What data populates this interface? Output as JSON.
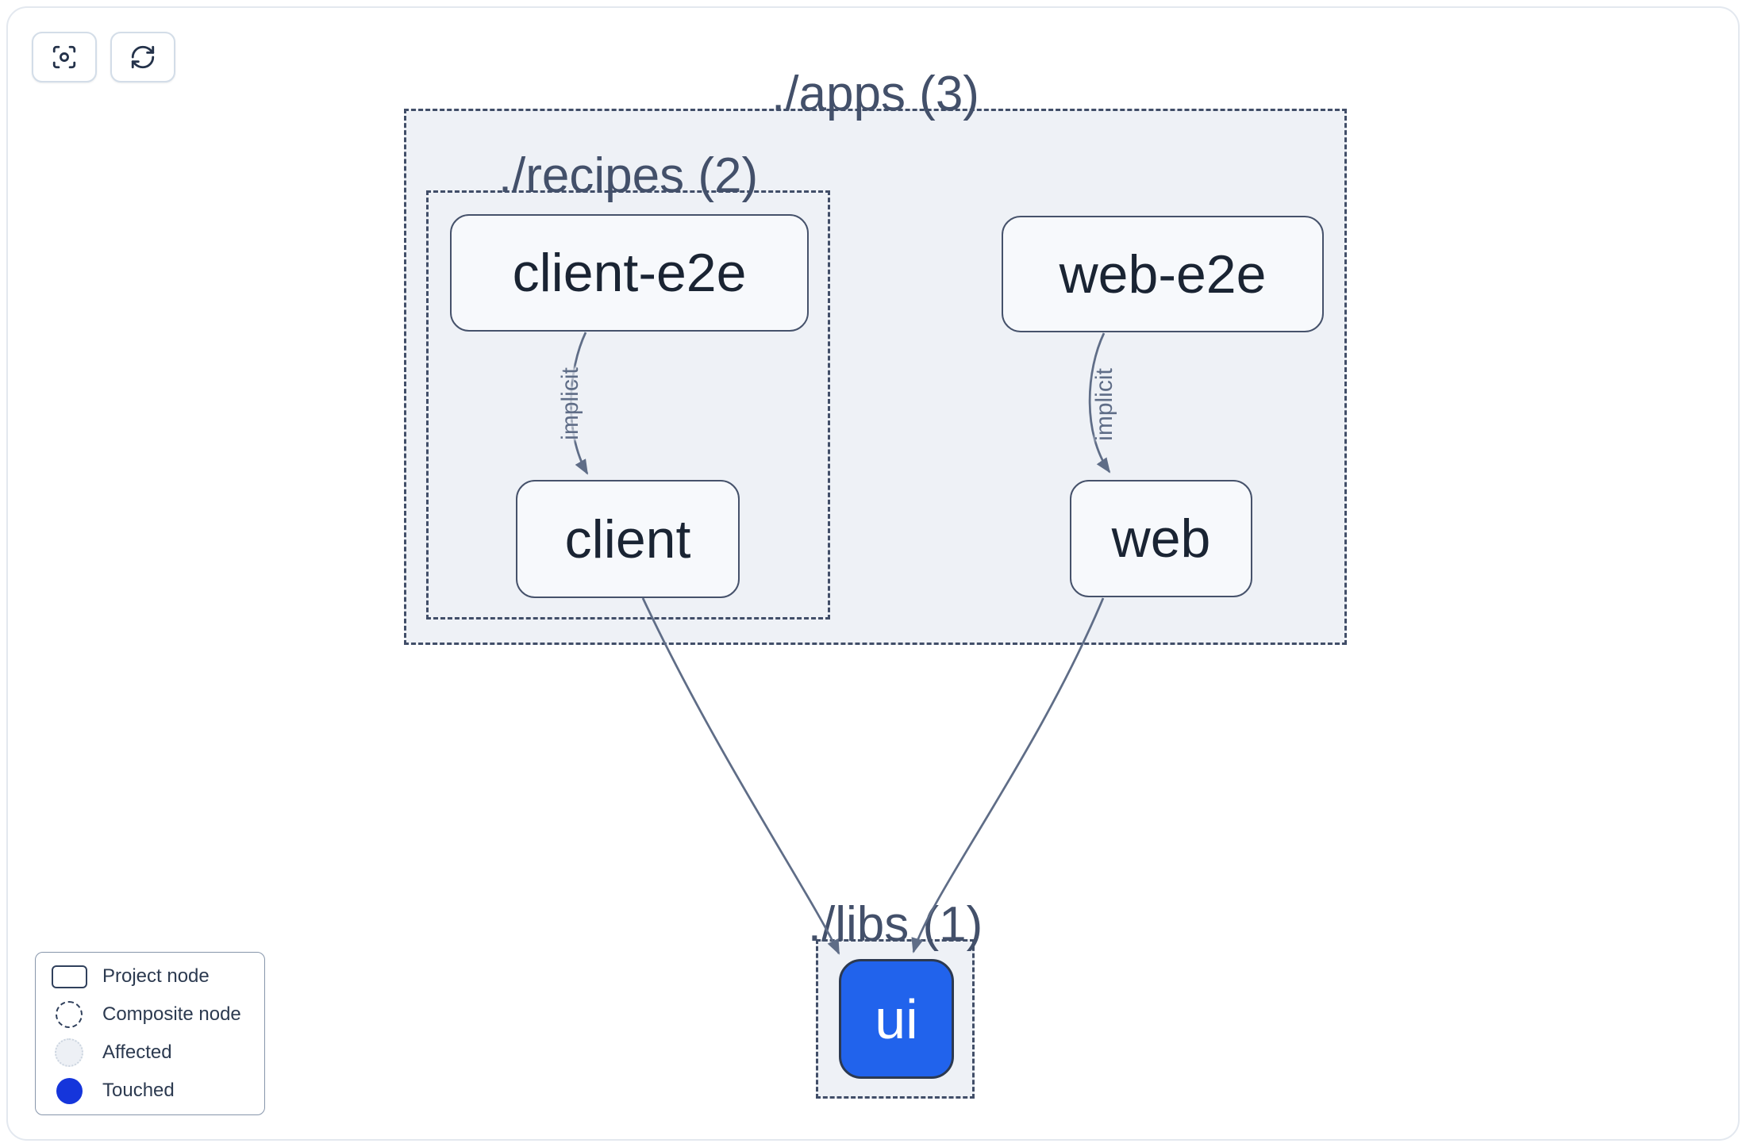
{
  "toolbar": {
    "buttons": [
      {
        "name": "focus",
        "icon": "focus-icon"
      },
      {
        "name": "refresh",
        "icon": "refresh-icon"
      }
    ]
  },
  "graph": {
    "groups": [
      {
        "id": "apps",
        "label": "./apps (3)",
        "count": 3
      },
      {
        "id": "recipes",
        "label": "./recipes (2)",
        "count": 2
      },
      {
        "id": "libs",
        "label": "./libs (1)",
        "count": 1
      }
    ],
    "nodes": [
      {
        "id": "client-e2e",
        "label": "client-e2e",
        "group": "recipes",
        "state": "normal"
      },
      {
        "id": "web-e2e",
        "label": "web-e2e",
        "group": "apps",
        "state": "normal"
      },
      {
        "id": "client",
        "label": "client",
        "group": "recipes",
        "state": "normal"
      },
      {
        "id": "web",
        "label": "web",
        "group": "apps",
        "state": "normal"
      },
      {
        "id": "ui",
        "label": "ui",
        "group": "libs",
        "state": "touched"
      }
    ],
    "edges": [
      {
        "from": "client-e2e",
        "to": "client",
        "label": "implicit"
      },
      {
        "from": "web-e2e",
        "to": "web",
        "label": "implicit"
      },
      {
        "from": "client",
        "to": "ui",
        "label": ""
      },
      {
        "from": "web",
        "to": "ui",
        "label": ""
      }
    ]
  },
  "legend": {
    "items": [
      {
        "label": "Project node",
        "icon": "project-node-icon"
      },
      {
        "label": "Composite node",
        "icon": "composite-node-icon"
      },
      {
        "label": "Affected",
        "icon": "affected-icon"
      },
      {
        "label": "Touched",
        "icon": "touched-icon"
      }
    ]
  },
  "colors": {
    "group_fill": "#eef1f6",
    "dashed_border": "#414e68",
    "node_fill": "#f7f9fc",
    "node_border": "#46526b",
    "node_text": "#1a2433",
    "edge": "#5f6d87",
    "group_title": "#43506a",
    "touched_node_fill": "#2163ec",
    "legend_touched": "#1535db",
    "affected_fill": "#edf0f5"
  }
}
